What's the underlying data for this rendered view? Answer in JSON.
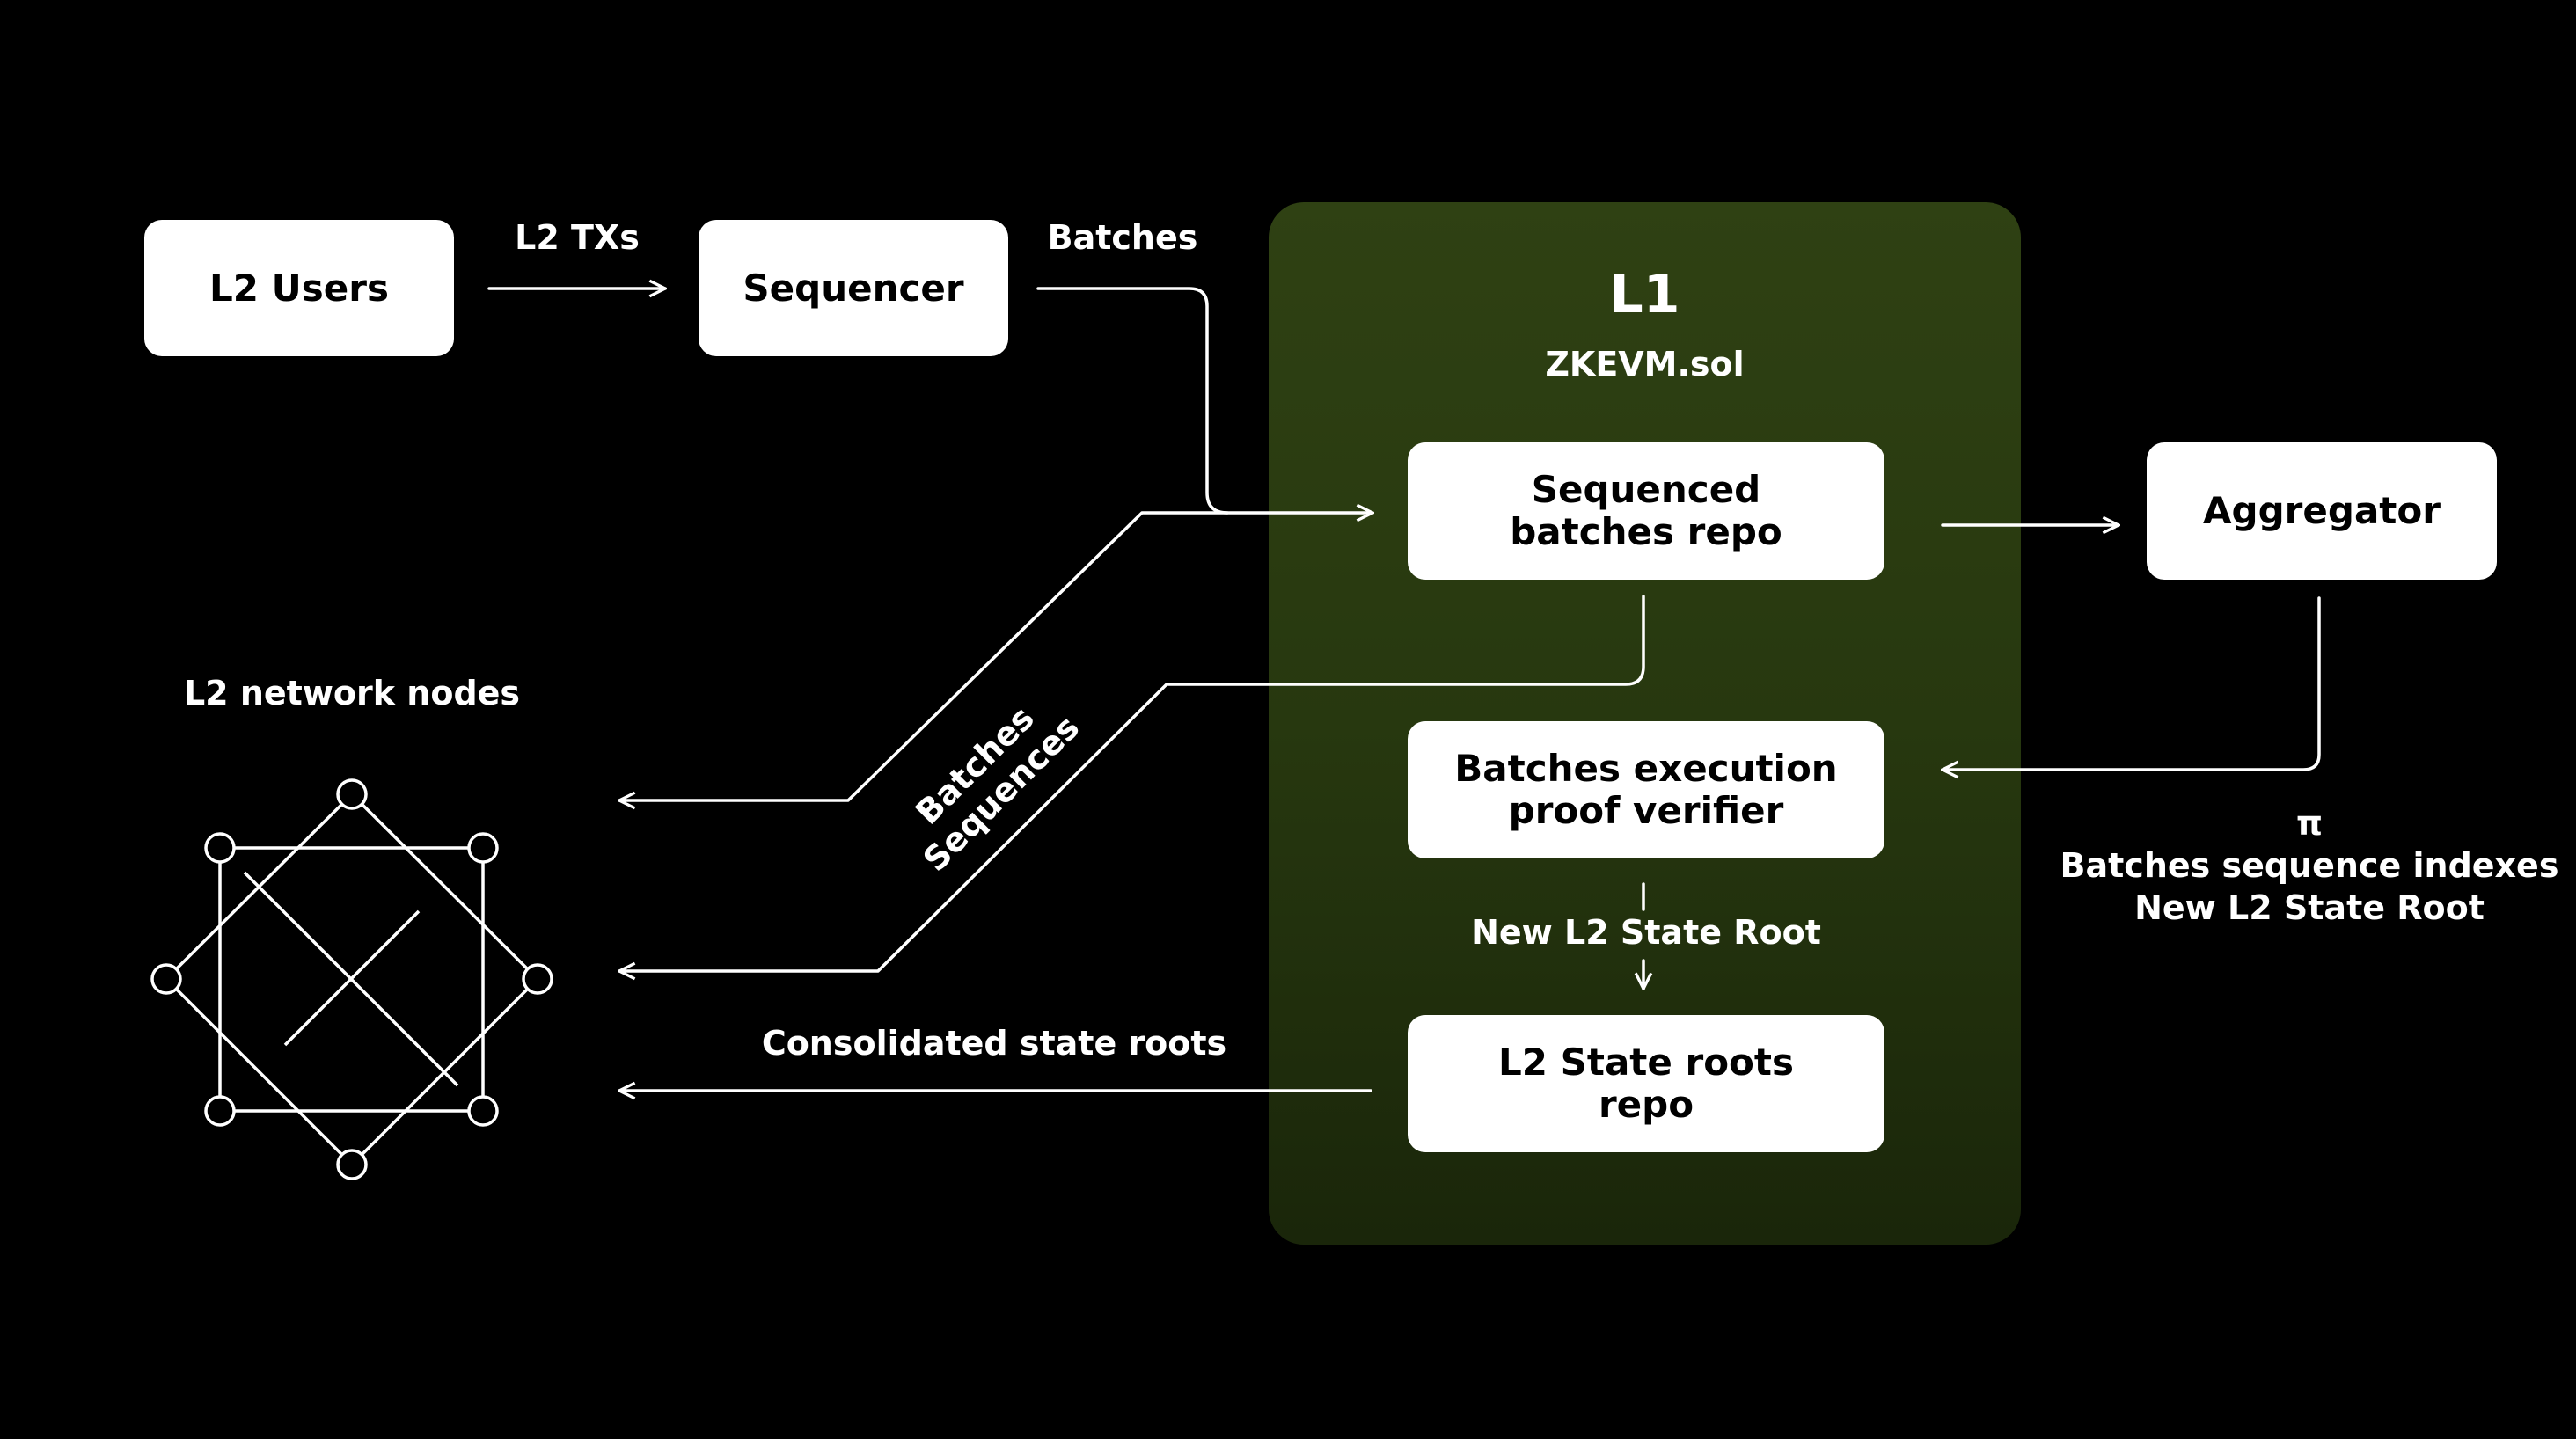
{
  "boxes": {
    "l2_users": "L2 Users",
    "sequencer": "Sequencer",
    "sequenced_batches_repo": "Sequenced\nbatches repo",
    "aggregator": "Aggregator",
    "proof_verifier": "Batches execution\nproof verifier",
    "state_roots_repo": "L2 State roots\nrepo"
  },
  "labels": {
    "l2_txs": "L2 TXs",
    "batches": "Batches",
    "l1_title": "L1",
    "l1_subtitle": "ZKEVM.sol",
    "l2_network_nodes": "L2 network nodes",
    "batches_diagonal": "Batches",
    "sequences_diagonal": "Sequences",
    "new_l2_state_root": "New L2 State Root",
    "aggregator_output": "π\nBatches sequence indexes\nNew L2 State Root",
    "consolidated_state_roots": "Consolidated state roots"
  },
  "colors": {
    "background": "#000000",
    "l1_panel": "#2c3d12",
    "box_fill": "#ffffff",
    "line": "#ffffff"
  }
}
